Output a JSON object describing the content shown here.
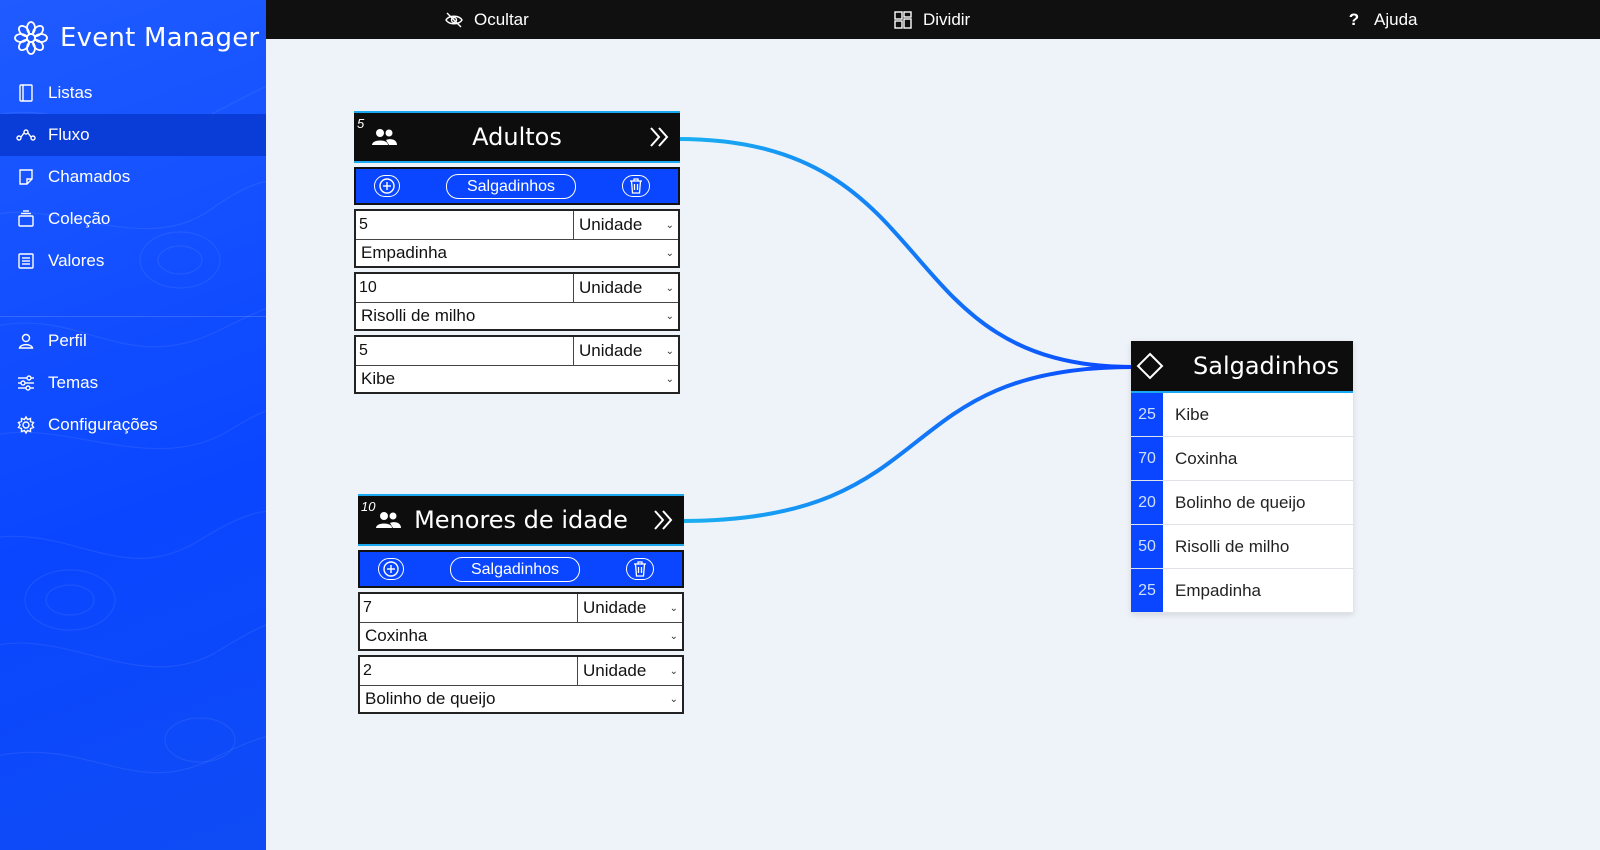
{
  "app": {
    "title": "Event Manager"
  },
  "sidebar": {
    "items": [
      {
        "label": "Listas",
        "icon": "notebook-icon"
      },
      {
        "label": "Fluxo",
        "icon": "flow-icon",
        "active": true
      },
      {
        "label": "Chamados",
        "icon": "notes-icon"
      },
      {
        "label": "Coleção",
        "icon": "collection-icon"
      },
      {
        "label": "Valores",
        "icon": "values-icon"
      }
    ],
    "items2": [
      {
        "label": "Perfil",
        "icon": "user-icon"
      },
      {
        "label": "Temas",
        "icon": "sliders-icon"
      },
      {
        "label": "Configurações",
        "icon": "gear-icon"
      }
    ]
  },
  "topbar": {
    "hide": "Ocultar",
    "split": "Dividir",
    "help_glyph": "?",
    "help": "Ajuda"
  },
  "nodes": [
    {
      "count": "5",
      "title": "Adultos",
      "tag": "Salgadinhos",
      "items": [
        {
          "qty": "5",
          "unit": "Unidade",
          "product": "Empadinha"
        },
        {
          "qty": "10",
          "unit": "Unidade",
          "product": "Risolli de milho"
        },
        {
          "qty": "5",
          "unit": "Unidade",
          "product": "Kibe"
        }
      ]
    },
    {
      "count": "10",
      "title": "Menores de idade",
      "tag": "Salgadinhos",
      "items": [
        {
          "qty": "7",
          "unit": "Unidade",
          "product": "Coxinha"
        },
        {
          "qty": "2",
          "unit": "Unidade",
          "product": "Bolinho de queijo"
        }
      ]
    }
  ],
  "target": {
    "title": "Salgadinhos",
    "items": [
      {
        "count": "25",
        "name": "Kibe"
      },
      {
        "count": "70",
        "name": "Coxinha"
      },
      {
        "count": "20",
        "name": "Bolinho de queijo"
      },
      {
        "count": "50",
        "name": "Risolli de milho"
      },
      {
        "count": "25",
        "name": "Empadinha"
      }
    ]
  },
  "colors": {
    "accent": "#0a46ff",
    "link_light": "#1ab0f0",
    "link_dark": "#0a46ff",
    "topbar": "#101010"
  }
}
